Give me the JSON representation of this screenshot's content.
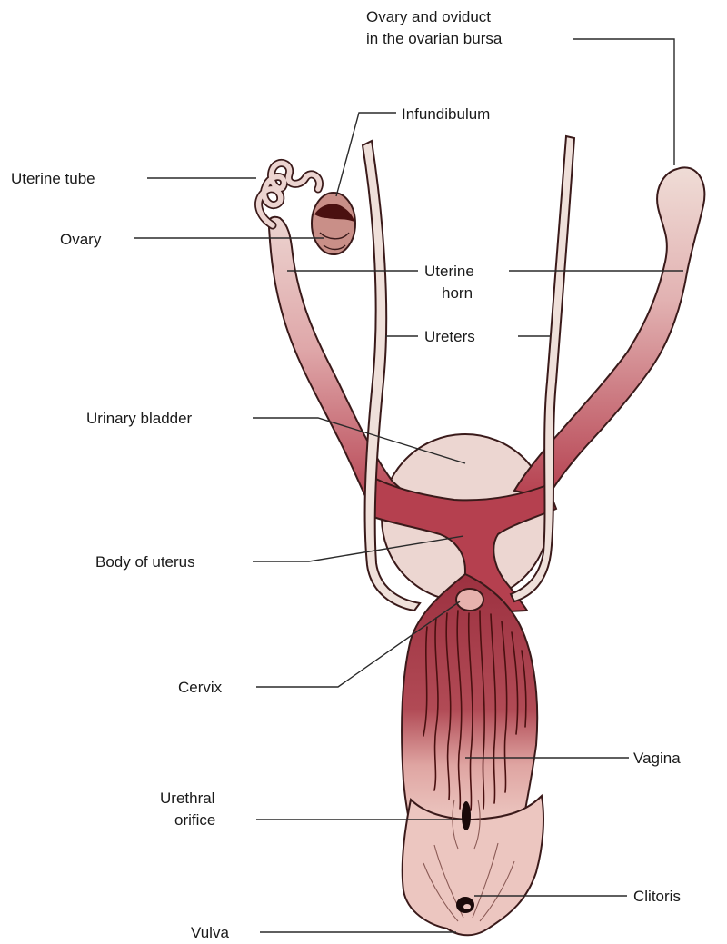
{
  "labels": {
    "ovary_oviduct_line1": "Ovary and oviduct",
    "ovary_oviduct_line2": "in the ovarian bursa",
    "infundibulum": "Infundibulum",
    "uterine_tube": "Uterine tube",
    "ovary": "Ovary",
    "uterine_horn_line1": "Uterine",
    "uterine_horn_line2": "horn",
    "ureters": "Ureters",
    "urinary_bladder": "Urinary bladder",
    "body_of_uterus": "Body of uterus",
    "cervix": "Cervix",
    "vagina": "Vagina",
    "urethral_orifice_line1": "Urethral",
    "urethral_orifice_line2": "orifice",
    "clitoris": "Clitoris",
    "vulva": "Vulva"
  },
  "colors": {
    "uterus": "#b5404f",
    "uterus_light": "#e9c6c4",
    "bladder": "#ecd6d1",
    "ureter": "#efe0da",
    "vagina_dark": "#9c3140",
    "vulva_skin": "#ecc6c0",
    "ovary": "#c98f88",
    "outline": "#3a1a1a"
  }
}
